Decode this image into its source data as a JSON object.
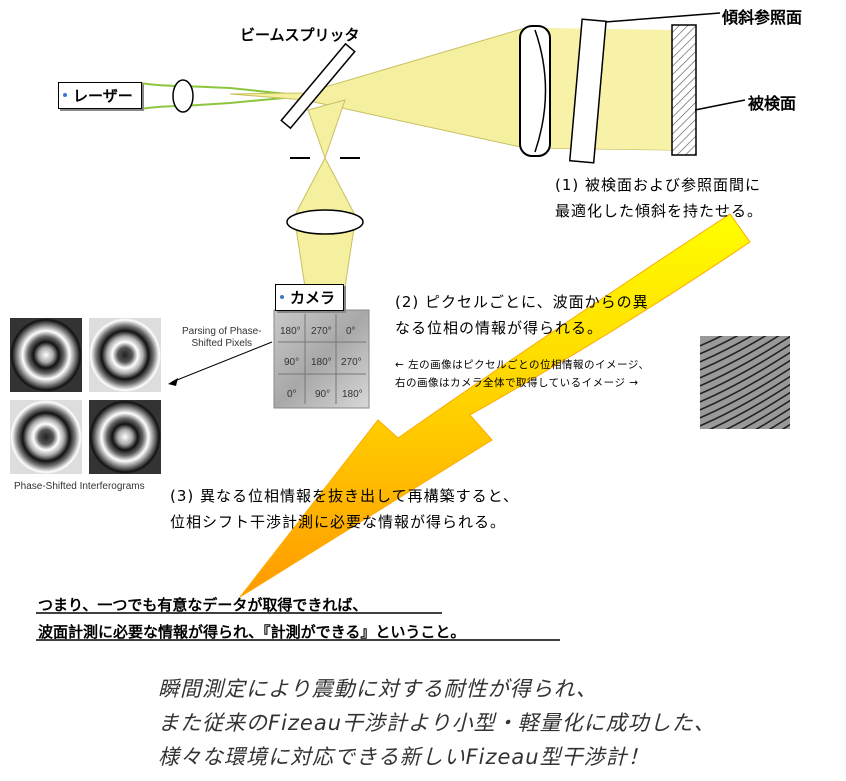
{
  "labels": {
    "laser": "レーザー",
    "beam_splitter": "ビームスプリッタ",
    "tilted_reference": "傾斜参照面",
    "test_surface": "被検面",
    "camera": "カメラ"
  },
  "notes": {
    "step1_line1": "(1) 被検面および参照面間に",
    "step1_line2": "最適化した傾斜を持たせる。",
    "step2_line1": "(2) ピクセルごとに、波面からの異",
    "step2_line2": "なる位相の情報が得られる。",
    "image_note_line1": "← 左の画像はピクセルごとの位相情報のイメージ、",
    "image_note_line2": "右の画像はカメラ全体で取得しているイメージ →",
    "step3_line1": "(3) 異なる位相情報を抜き出して再構築すると、",
    "step3_line2": "位相シフト干渉計測に必要な情報が得られる。"
  },
  "pixel_grid": {
    "title_line1": "Parsing of Phase-",
    "title_line2": "Shifted Pixels",
    "cells": [
      "180°",
      "270°",
      "0°",
      "90°",
      "180°",
      "270°",
      "0°",
      "90°",
      "180°"
    ]
  },
  "interferograms_caption": "Phase-Shifted Interferograms",
  "summary": {
    "line1": "つまり、一つでも有意なデータが取得できれば、",
    "line2": "波面計測に必要な情報が得られ、『計測ができる』ということ。"
  },
  "closing": {
    "line1": "瞬間測定により震動に対する耐性が得られ、",
    "line2": "また従来のFizeau干渉計より小型・軽量化に成功した、",
    "line3": "様々な環境に対応できる新しいFizeau型干渉計！"
  },
  "colors": {
    "beam": "#f5f0a0",
    "beam_edge": "#c8c060",
    "laser_beam": "#8cc63f",
    "arrow_start": "#ffff00",
    "arrow_end": "#ff9900",
    "dot_accent": "#3a78d0"
  }
}
